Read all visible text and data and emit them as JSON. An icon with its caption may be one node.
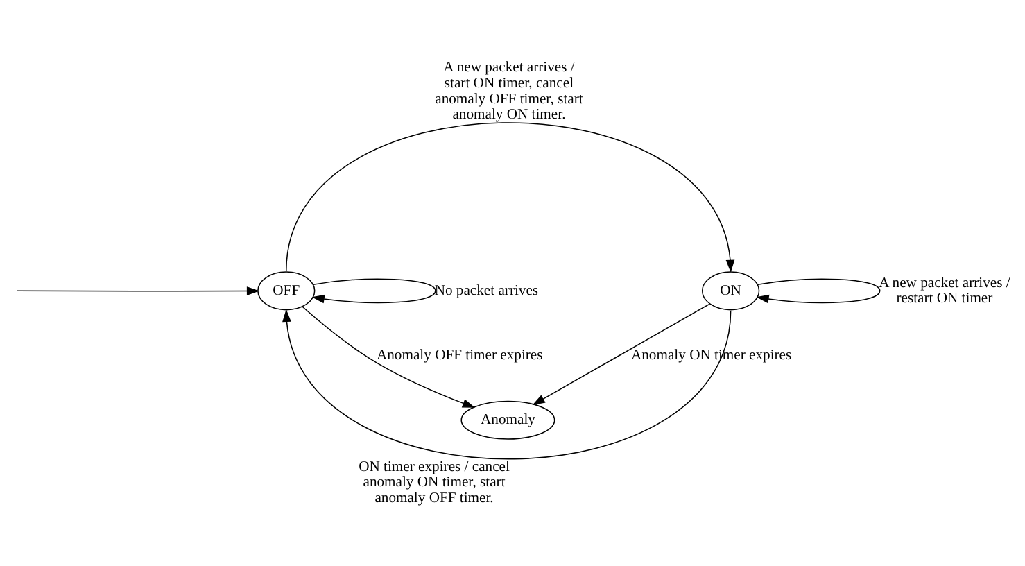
{
  "diagram": {
    "nodes": [
      {
        "text": [
          "OFF"
        ]
      },
      {
        "text": [
          "ON"
        ]
      },
      {
        "text": [
          "Anomaly"
        ]
      }
    ],
    "edges": [
      {
        "from": null,
        "to": 0,
        "arrow": "to"
      },
      {
        "from": 0,
        "to": 0,
        "arrow": "to",
        "label": "No packet arrives"
      },
      {
        "from": 0,
        "to": 1,
        "arrow": "to",
        "label": "A new packet arrives / start ON timer, cancel anomaly OFF timer, start anomaly ON timer."
      },
      {
        "from": 1,
        "to": 1,
        "arrow": "to",
        "label": "A new packet arrives / restart ON timer"
      },
      {
        "from": 1,
        "to": 0,
        "arrow": "to",
        "label": "ON timer expires / cancel anomaly ON timer, start anomaly OFF timer."
      },
      {
        "from": 0,
        "to": 2,
        "arrow": "to",
        "label": "Anomaly OFF timer expires"
      },
      {
        "from": 1,
        "to": 2,
        "arrow": "to",
        "label": "Anomaly ON timer expires"
      }
    ]
  }
}
